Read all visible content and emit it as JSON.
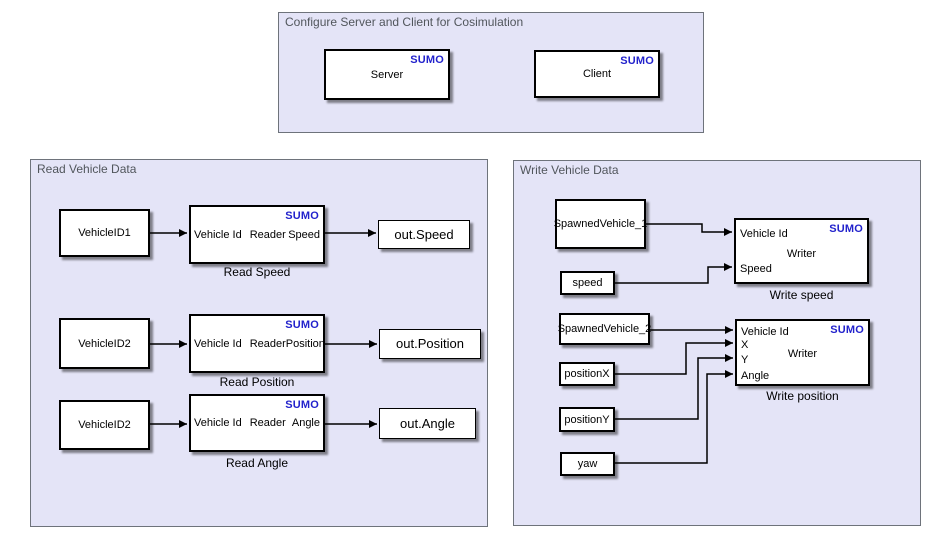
{
  "sumo_badge": "SUMO",
  "colors": {
    "sumo_badge": "#2222CC",
    "area_fill": "#E4E4F7",
    "area_border": "#6E737B",
    "area_title": "#51565C",
    "wire": "#000000",
    "block_fill": "#FFFFFF",
    "block_border": "#000000"
  },
  "areas": {
    "config": {
      "title": "Configure Server and Client for Cosimulation"
    },
    "read": {
      "title": "Read Vehicle Data"
    },
    "write": {
      "title": "Write Vehicle Data"
    }
  },
  "blocks": {
    "server": {
      "label": "Server"
    },
    "client": {
      "label": "Client"
    },
    "vehicle_id_1": {
      "label": "VehicleID1"
    },
    "vehicle_id_2a": {
      "label": "VehicleID2"
    },
    "vehicle_id_2b": {
      "label": "VehicleID2"
    },
    "read_speed": {
      "name": "Read Speed",
      "type": "Reader",
      "input": "Vehicle Id",
      "output": "Speed"
    },
    "read_position": {
      "name": "Read Position",
      "type": "Reader",
      "input": "Vehicle Id",
      "output": "Position"
    },
    "read_angle": {
      "name": "Read Angle",
      "type": "Reader",
      "input": "Vehicle Id",
      "output": "Angle"
    },
    "out_speed": {
      "label": "out.Speed"
    },
    "out_position": {
      "label": "out.Position"
    },
    "out_angle": {
      "label": "out.Angle"
    },
    "spawned_vehicle_1": {
      "label": "SpawnedVehicle_1"
    },
    "speed": {
      "label": "speed"
    },
    "spawned_vehicle_2": {
      "label": "SpawnedVehicle_2"
    },
    "position_x": {
      "label": "positionX"
    },
    "position_y": {
      "label": "positionY"
    },
    "yaw": {
      "label": "yaw"
    },
    "write_speed": {
      "name": "Write speed",
      "type": "Writer",
      "inputs": [
        "Vehicle Id",
        "Speed"
      ]
    },
    "write_position": {
      "name": "Write position",
      "type": "Writer",
      "inputs": [
        "Vehicle Id",
        "X",
        "Y",
        "Angle"
      ]
    }
  }
}
